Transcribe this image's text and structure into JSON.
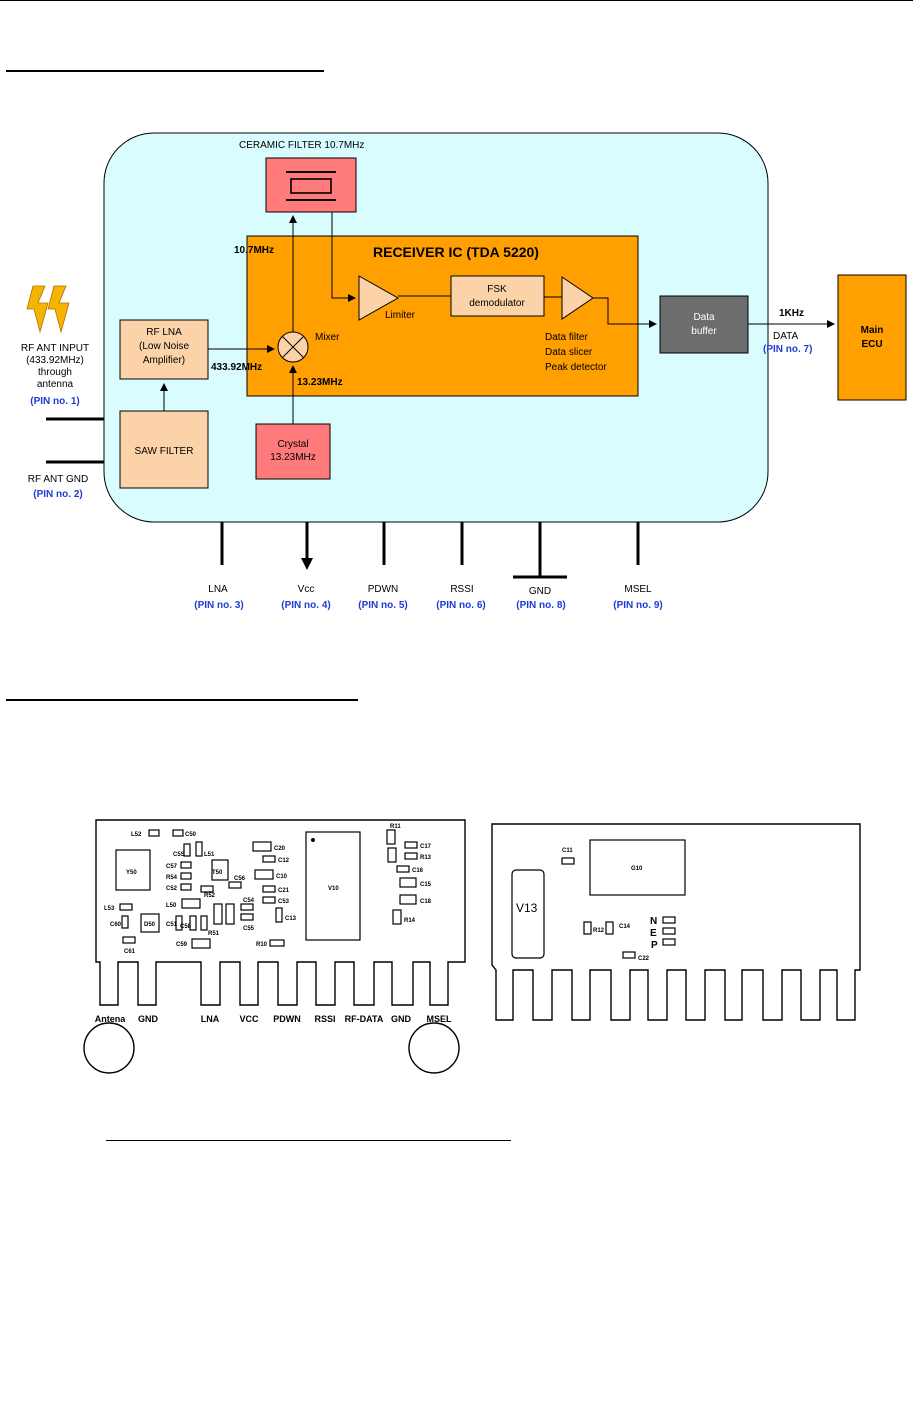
{
  "block_diagram": {
    "ceramic_filter_label": "CERAMIC FILTER 10.7MHz",
    "receiver_ic_title": "RECEIVER IC (TDA 5220)",
    "freq_10_7": "10.7MHz",
    "freq_433": "433.92MHz",
    "freq_13_23": "13.23MHz",
    "mixer": "Mixer",
    "limiter": "Limiter",
    "fsk_line1": "FSK",
    "fsk_line2": "demodulator",
    "data_filter": "Data filter",
    "data_slicer": "Data slicer",
    "peak_detector": "Peak detector",
    "data_buffer_line1": "Data",
    "data_buffer_line2": "buffer",
    "rate": "1KHz",
    "data_label": "DATA",
    "data_pin": "(PIN no. 7)",
    "ecu_line1": "Main",
    "ecu_line2": "ECU",
    "rf_lna_line1": "RF LNA",
    "rf_lna_line2": "(Low Noise",
    "rf_lna_line3": "Amplifier)",
    "saw_filter": "SAW FILTER",
    "crystal_line1": "Crystal",
    "crystal_line2": "13.23MHz",
    "ant_input_line1": "RF ANT INPUT",
    "ant_input_line2": "(433.92MHz)",
    "ant_input_line3": "through",
    "ant_input_line4": "antenna",
    "ant_input_pin": "(PIN no. 1)",
    "ant_gnd": "RF ANT GND",
    "ant_gnd_pin": "(PIN no. 2)",
    "bottom_pins": [
      {
        "name": "LNA",
        "pin": "(PIN no. 3)"
      },
      {
        "name": "Vcc",
        "pin": "(PIN no. 4)"
      },
      {
        "name": "PDWN",
        "pin": "(PIN no. 5)"
      },
      {
        "name": "RSSI",
        "pin": "(PIN no. 6)"
      },
      {
        "name": "GND",
        "pin": "(PIN no. 8)"
      },
      {
        "name": "MSEL",
        "pin": "(PIN no. 9)"
      }
    ]
  },
  "pcb_front": {
    "components": [
      "L52",
      "C50",
      "C5S",
      "L51",
      "T50",
      "Y50",
      "C57",
      "R54",
      "C52",
      "R53",
      "L50",
      "C56",
      "L53",
      "C60",
      "D50",
      "C51",
      "C58",
      "R51",
      "R52",
      "C54",
      "C55",
      "C59",
      "C61",
      "C20",
      "C12",
      "C10",
      "C21",
      "C53",
      "C13",
      "R10",
      "V10",
      "R11",
      "C17",
      "R13",
      "C16",
      "C15",
      "C18",
      "R14"
    ],
    "pins": [
      "Antena",
      "GND",
      "LNA",
      "VCC",
      "PDWN",
      "RSSI",
      "RF-DATA",
      "GND",
      "MSEL"
    ]
  },
  "pcb_back": {
    "components": [
      "C11",
      "G10",
      "V13",
      "R12",
      "C14",
      "C22",
      "N",
      "E",
      "P"
    ]
  }
}
